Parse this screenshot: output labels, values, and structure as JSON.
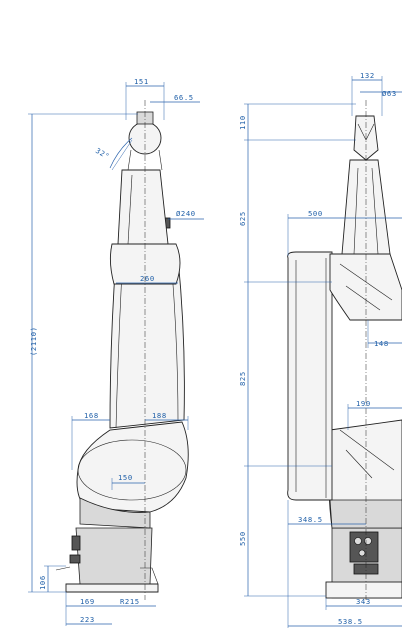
{
  "side_view": {
    "dims": {
      "top_width": "151",
      "top_offset": "66.5",
      "wrist_angle": "32°",
      "diameter": "Ø240",
      "upper_width": "260",
      "overall_height": "(2110)",
      "left_offset": "168",
      "right_offset": "188",
      "mid_width": "150",
      "base_height": "106",
      "base_left": "169",
      "base_radius": "R215",
      "base_total": "223"
    }
  },
  "front_view": {
    "dims": {
      "top_width": "132",
      "flange_dia": "Ø63",
      "wrist_height": "110",
      "forearm_height": "625",
      "reach_500": "500",
      "offset_148": "148",
      "arm_height": "825",
      "offset_190": "190",
      "base_height": "550",
      "base_offset": "348.5",
      "base_width": "343",
      "overall_width": "538.5"
    }
  }
}
